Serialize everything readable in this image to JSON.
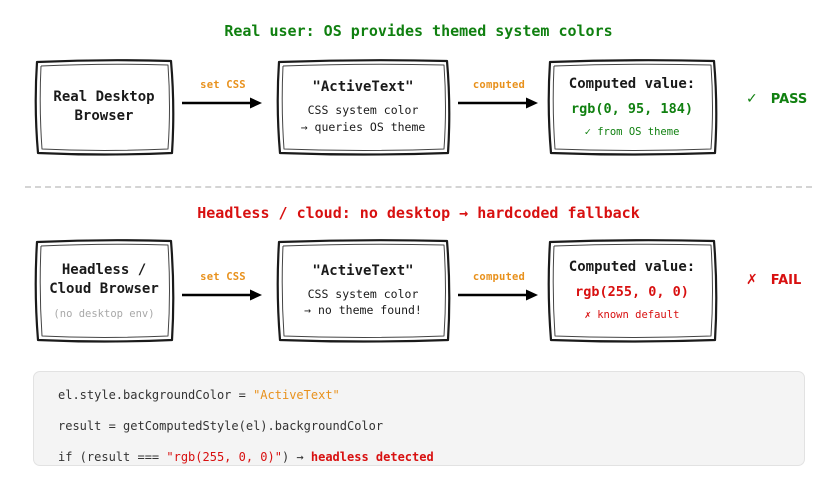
{
  "rows": [
    {
      "title": "Real user: OS provides themed system colors",
      "title_color": "#108010",
      "nodes": [
        {
          "head_line_1": "Real Desktop",
          "head_line_2": "Browser",
          "muted": ""
        },
        {
          "head_line_1": "\"ActiveText\"",
          "sub_line_1": "CSS system color",
          "sub_line_2": "→ queries OS theme"
        },
        {
          "head_line_1": "Computed value:",
          "value": "rgb(0, 95, 184)",
          "value_color": "#108010",
          "note": "✓ from OS theme"
        }
      ],
      "arrows": [
        {
          "label": "set CSS"
        },
        {
          "label": "computed"
        }
      ],
      "verdict": {
        "mark": "✓",
        "label": "PASS",
        "color": "#108010"
      }
    },
    {
      "title": "Headless / cloud: no desktop → hardcoded fallback",
      "title_color": "#d81010",
      "nodes": [
        {
          "head_line_1": "Headless /",
          "head_line_2": "Cloud Browser",
          "muted": "(no desktop env)"
        },
        {
          "head_line_1": "\"ActiveText\"",
          "sub_line_1": "CSS system color",
          "sub_line_2": "→ no theme found!"
        },
        {
          "head_line_1": "Computed value:",
          "value": "rgb(255, 0, 0)",
          "value_color": "#d81010",
          "note": "✗ known default"
        }
      ],
      "arrows": [
        {
          "label": "set CSS"
        },
        {
          "label": "computed"
        }
      ],
      "verdict": {
        "mark": "✗",
        "label": "FAIL",
        "color": "#d81010"
      }
    }
  ],
  "code": {
    "line1_a": "el.style.backgroundColor = ",
    "line1_b": "\"ActiveText\"",
    "line2": "result = getComputedStyle(el).backgroundColor",
    "line3_a": "if (result === ",
    "line3_b": "\"rgb(255, 0, 0)\"",
    "line3_c": ") → ",
    "line3_d": "headless detected"
  },
  "palette": {
    "green": "#108010",
    "red": "#d81010",
    "orange": "#e8911c",
    "ink": "#1a1a1a",
    "muted": "#a8a8a8",
    "code_bg": "#f4f4f4"
  }
}
